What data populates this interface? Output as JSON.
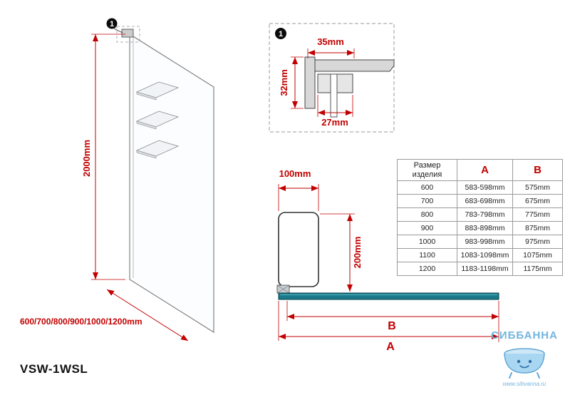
{
  "product": {
    "model": "VSW-1WSL"
  },
  "left_view": {
    "detail_marker": "1",
    "height_label": "2000mm",
    "widths_label": "600/700/800/900/1000/1200mm"
  },
  "detail_view": {
    "marker": "1",
    "top_width": "35mm",
    "side_height": "32mm",
    "bottom_width": "27mm"
  },
  "plan_view": {
    "bracket_width": "100mm",
    "bracket_height": "200mm",
    "dim_b": "B",
    "dim_a": "A"
  },
  "table": {
    "headers": [
      "Размер изделия",
      "A",
      "B"
    ],
    "rows": [
      [
        "600",
        "583-598mm",
        "575mm"
      ],
      [
        "700",
        "683-698mm",
        "675mm"
      ],
      [
        "800",
        "783-798mm",
        "775mm"
      ],
      [
        "900",
        "883-898mm",
        "875mm"
      ],
      [
        "1000",
        "983-998mm",
        "975mm"
      ],
      [
        "1100",
        "1083-1098mm",
        "1075mm"
      ],
      [
        "1200",
        "1183-1198mm",
        "1175mm"
      ]
    ]
  },
  "watermark": {
    "brand": "СИББАННА",
    "site": "www.sibvanna.ru"
  },
  "colors": {
    "dimension_red": "#c20000",
    "glass_bar_teal": "#19798a",
    "watermark_blue": "#72b5de"
  }
}
